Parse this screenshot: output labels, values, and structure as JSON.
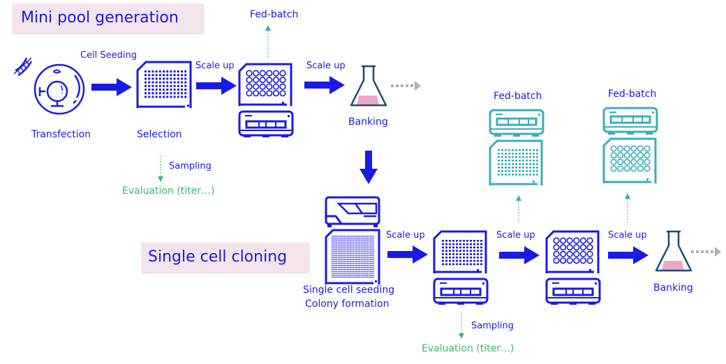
{
  "colors": {
    "primary_blue": "#1a1ae6",
    "teal": "#3aaebc",
    "green_eval": "#3cb870",
    "title_bg": "#f3e4ee",
    "flask_liquid": "#f0a7c4",
    "flask_outline": "#1b4a7a",
    "continue_arrow": "#b0b0b0"
  },
  "sections": {
    "mini_pool": {
      "title": "Mini pool generation"
    },
    "single_cell": {
      "title": "Single cell cloning"
    }
  },
  "mini_pool_flow": {
    "steps": [
      {
        "label": "Transfection",
        "icon": "transfected-cell-icon"
      },
      {
        "label": "Selection",
        "icon": "96-well-plate-icon"
      },
      {
        "label": "",
        "icon": "24-well-plate-shaker-icon"
      },
      {
        "label": "Banking",
        "icon": "flask-icon"
      }
    ],
    "arrows": [
      "Cell Seeding",
      "Scale up",
      "Scale up"
    ],
    "fed_batch": "Fed-batch",
    "sampling": "Sampling",
    "evaluation": "Evaluation (titer…)"
  },
  "single_cell_flow": {
    "steps": [
      {
        "label_line1": "Single cell seeding",
        "label_line2": "Colony formation",
        "icon": "single-cell-dispenser-icon"
      },
      {
        "label": "",
        "icon": "96-well-plate-shaker-icon"
      },
      {
        "label": "",
        "icon": "24-well-plate-shaker-icon"
      },
      {
        "label": "Banking",
        "icon": "flask-icon"
      }
    ],
    "arrows": [
      "Scale up",
      "Scale up",
      "Scale up"
    ],
    "fed_batch": [
      "Fed-batch",
      "Fed-batch"
    ],
    "sampling": "Sampling",
    "evaluation": "Evaluation (titer…)"
  }
}
